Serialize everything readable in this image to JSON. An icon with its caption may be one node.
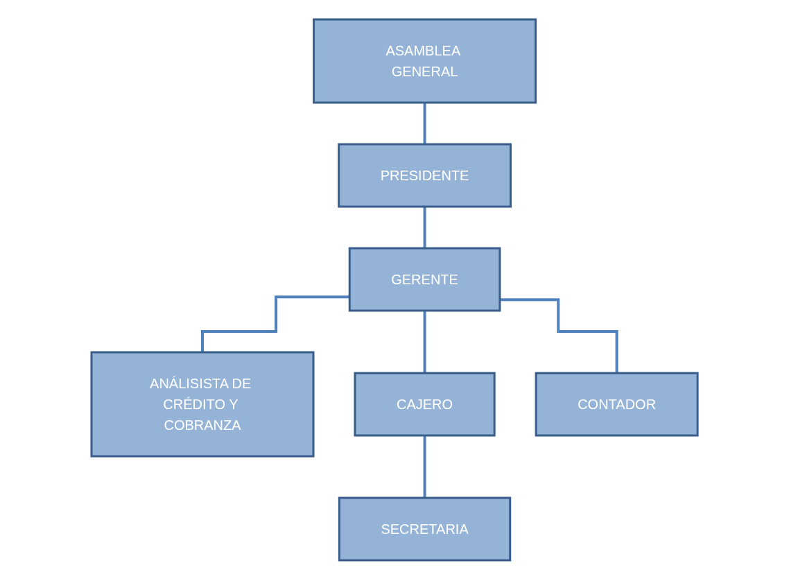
{
  "diagram": {
    "nodes": [
      {
        "text": [
          "ASAMBLEA GENERAL"
        ]
      },
      {
        "text": [
          "PRESIDENTE"
        ]
      },
      {
        "text": [
          "GERENTE"
        ]
      },
      {
        "text": [
          "ANÁLISISTA DE CRÉDITO Y COBRANZA"
        ]
      },
      {
        "text": [
          "CAJERO"
        ]
      },
      {
        "text": [
          "CONTADOR"
        ]
      },
      {
        "text": [
          "SECRETARIA"
        ]
      }
    ],
    "edges": [
      {
        "from": 0,
        "to": 1,
        "arrow": "none"
      },
      {
        "from": 1,
        "to": 2,
        "arrow": "none"
      },
      {
        "from": 2,
        "to": 3,
        "arrow": "none"
      },
      {
        "from": 2,
        "to": 4,
        "arrow": "none"
      },
      {
        "from": 2,
        "to": 5,
        "arrow": "none"
      },
      {
        "from": 4,
        "to": 6,
        "arrow": "none"
      }
    ]
  }
}
